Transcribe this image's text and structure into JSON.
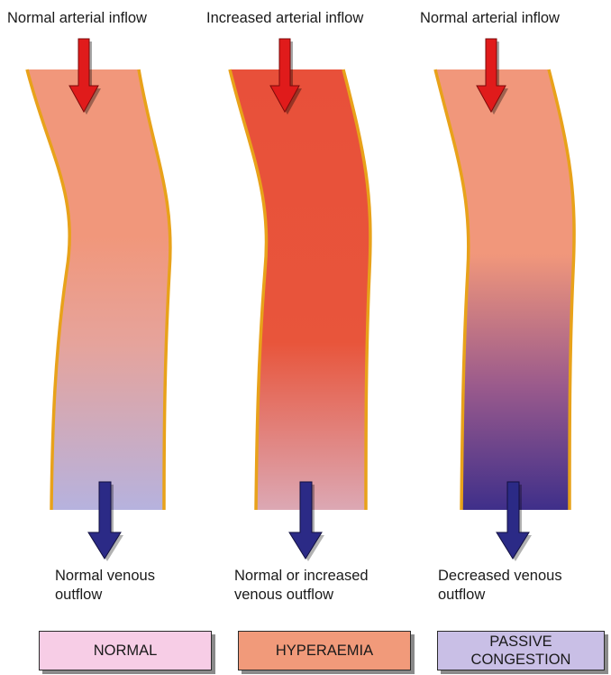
{
  "panels": [
    {
      "inflow_label": "Normal arterial inflow",
      "outflow_label": "Normal venous\noutflow",
      "box_label": "NORMAL",
      "colors": {
        "top": "#f1977b",
        "mid": "#e6a39b",
        "bottom": "#b6b2de",
        "box": "#f7cde6"
      }
    },
    {
      "inflow_label": "Increased arterial inflow",
      "outflow_label": "Normal or increased\nvenous outflow",
      "box_label": "HYPERAEMIA",
      "colors": {
        "top": "#e8503a",
        "mid": "#e8553b",
        "bottom": "#dca8b4",
        "box": "#f19a7a"
      }
    },
    {
      "inflow_label": "Normal arterial inflow",
      "outflow_label": "Decreased venous\noutflow",
      "box_label": "PASSIVE\nCONGESTION",
      "colors": {
        "top": "#f1977b",
        "mid": "#9a5a8c",
        "bottom": "#3f2f8a",
        "box": "#c9bfe6"
      }
    }
  ],
  "colors": {
    "arterial_arrow": "#e01b1b",
    "venous_arrow": "#2b2a86",
    "vessel_wall": "#e8a21a"
  }
}
